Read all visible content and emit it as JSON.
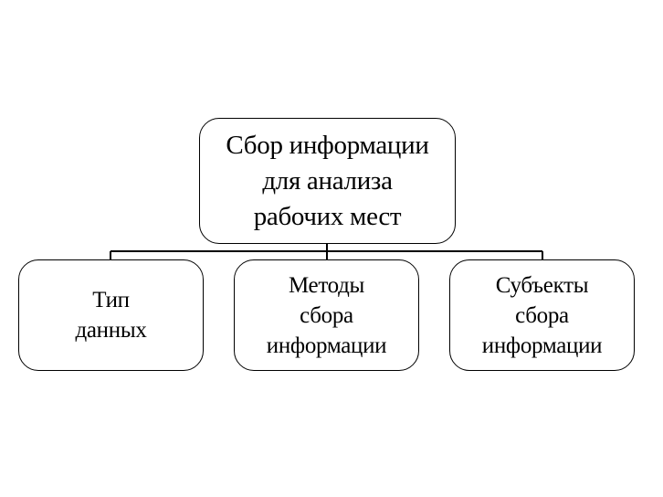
{
  "diagram": {
    "root": {
      "label": "Сбор информации\nдля анализа\nрабочих мест"
    },
    "children": [
      {
        "label": "Тип\nданных"
      },
      {
        "label": "Методы\nсбора\nинформации"
      },
      {
        "label": "Субъекты\nсбора\nинформации"
      }
    ],
    "colors": {
      "stroke": "#000000",
      "background": "#ffffff"
    }
  }
}
